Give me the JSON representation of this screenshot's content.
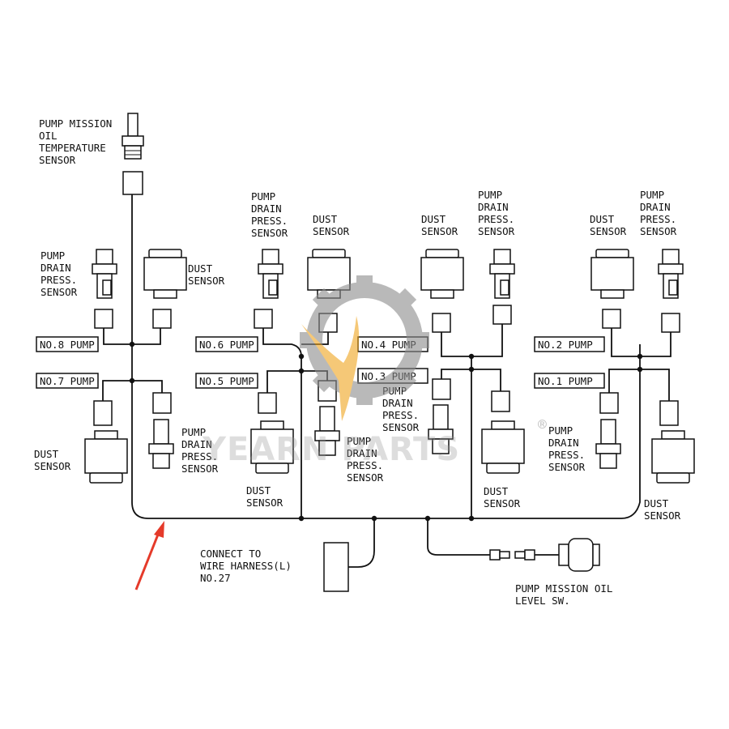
{
  "labels": {
    "temp_sensor": [
      "PUMP MISSION",
      "OIL",
      "TEMPERATURE",
      "SENSOR"
    ],
    "drain_left_top": [
      "PUMP",
      "DRAIN",
      "PRESS.",
      "SENSOR"
    ],
    "dust_left_top": [
      "DUST",
      "SENSOR"
    ],
    "drain_mid_top": [
      "PUMP",
      "DRAIN",
      "PRESS.",
      "SENSOR"
    ],
    "dust_mid_top": [
      "DUST",
      "SENSOR"
    ],
    "dust_mid2_top": [
      "DUST",
      "SENSOR"
    ],
    "drain_mid2_top": [
      "PUMP",
      "DRAIN",
      "PRESS.",
      "SENSOR"
    ],
    "dust_right_top": [
      "DUST",
      "SENSOR"
    ],
    "drain_right_top": [
      "PUMP",
      "DRAIN",
      "PRESS.",
      "SENSOR"
    ],
    "dust_left_bot": [
      "DUST",
      "SENSOR"
    ],
    "drain_left_bot": [
      "PUMP",
      "DRAIN",
      "PRESS.",
      "SENSOR"
    ],
    "drain_mid_bot": [
      "PUMP",
      "DRAIN",
      "PRESS.",
      "SENSOR"
    ],
    "dust_mid_bot": [
      "DUST",
      "SENSOR"
    ],
    "drain_mid2_bot": [
      "PUMP",
      "DRAIN",
      "PRESS.",
      "SENSOR"
    ],
    "dust_mid2_bot": [
      "DUST",
      "SENSOR"
    ],
    "drain_right_bot": [
      "PUMP",
      "DRAIN",
      "PRESS.",
      "SENSOR"
    ],
    "dust_right_bot": [
      "DUST",
      "SENSOR"
    ],
    "connect": [
      "CONNECT TO",
      "WIRE HARNESS(L)",
      "NO.27"
    ],
    "level_sw": [
      "PUMP MISSION OIL",
      "LEVEL SW."
    ]
  },
  "pumps": {
    "p8": "NO.8 PUMP",
    "p7": "NO.7 PUMP",
    "p6": "NO.6 PUMP",
    "p5": "NO.5 PUMP",
    "p4": "NO.4 PUMP",
    "p3": "NO.3 PUMP",
    "p2": "NO.2 PUMP",
    "p1": "NO.1 PUMP"
  },
  "watermark": {
    "brand": "YEARN PARTS",
    "registered": "®",
    "gear_color": "#8c8c8c",
    "flame_color": "#f0a51e"
  },
  "arrow_color": "#e53a2a"
}
